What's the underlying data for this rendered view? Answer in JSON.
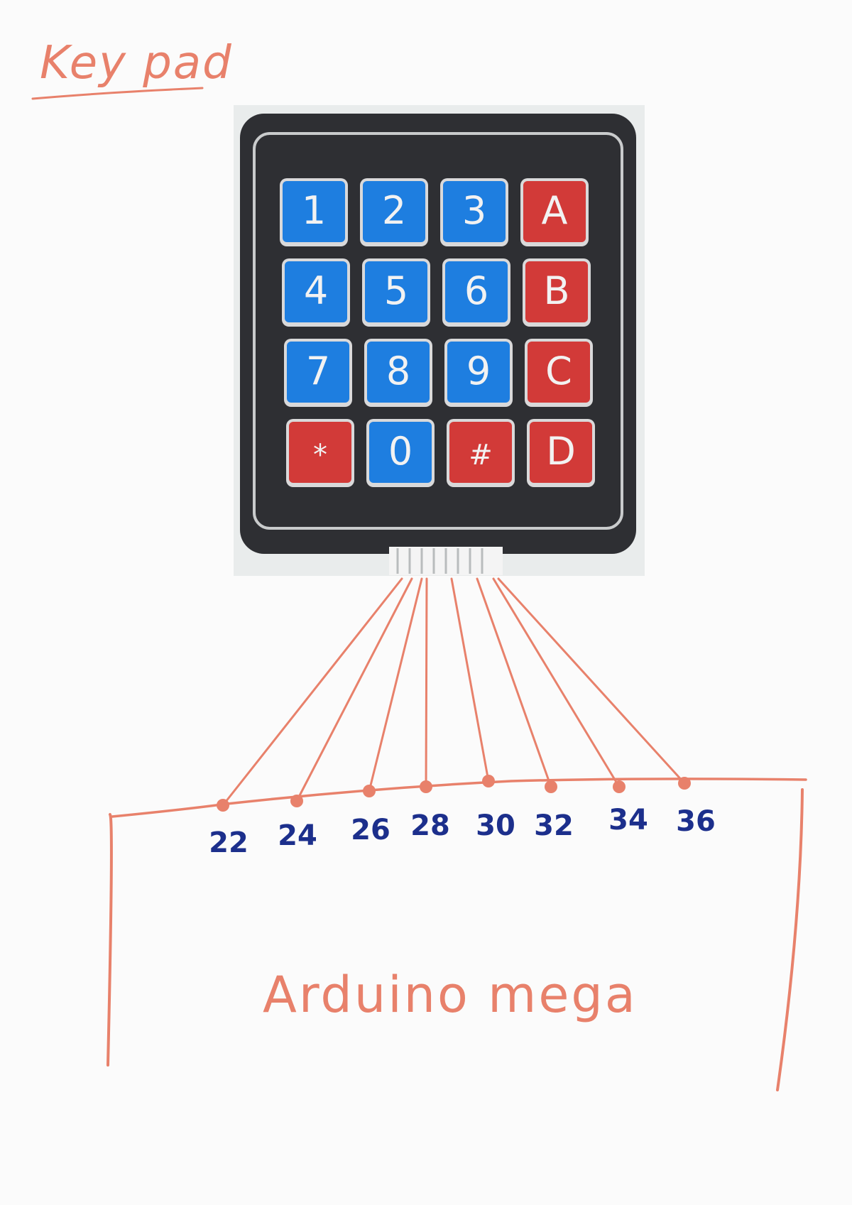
{
  "title": "Key pad",
  "board_label": "Arduino mega",
  "keypad": {
    "keys": [
      {
        "label": "1",
        "color": "blue"
      },
      {
        "label": "2",
        "color": "blue"
      },
      {
        "label": "3",
        "color": "blue"
      },
      {
        "label": "A",
        "color": "red"
      },
      {
        "label": "4",
        "color": "blue"
      },
      {
        "label": "5",
        "color": "blue"
      },
      {
        "label": "6",
        "color": "blue"
      },
      {
        "label": "B",
        "color": "red"
      },
      {
        "label": "7",
        "color": "blue"
      },
      {
        "label": "8",
        "color": "blue"
      },
      {
        "label": "9",
        "color": "blue"
      },
      {
        "label": "C",
        "color": "red"
      },
      {
        "label": "*",
        "color": "red"
      },
      {
        "label": "0",
        "color": "blue"
      },
      {
        "label": "#",
        "color": "red"
      },
      {
        "label": "D",
        "color": "red"
      }
    ]
  },
  "pins": [
    "22",
    "24",
    "26",
    "28",
    "30",
    "32",
    "34",
    "36"
  ],
  "colors": {
    "ink": "#e8816b",
    "pin_ink": "#1c2f8c",
    "key_blue": "#1e7ee0",
    "key_red": "#d23a38",
    "pad_body": "#2e2f33",
    "photo_bg": "#e9ecec"
  }
}
